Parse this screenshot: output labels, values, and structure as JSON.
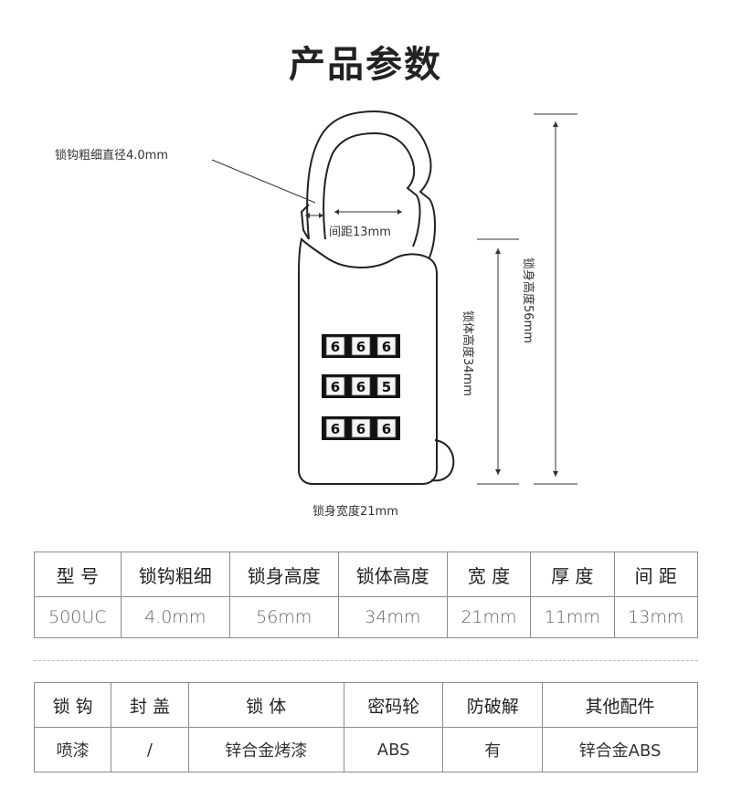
{
  "title": "产品参数",
  "labels": {
    "shackle_thickness": "锁钩粗细直径4.0mm",
    "gap": "间距13mm",
    "lock_height": "锁身高度56mm",
    "body_height": "锁体高度34mm",
    "body_width": "锁身宽度21mm"
  },
  "dials": [
    [
      "6",
      "6",
      "6"
    ],
    [
      "6",
      "6",
      "5"
    ],
    [
      "6",
      "6",
      "6"
    ]
  ],
  "spec_table": {
    "headers": [
      "型 号",
      "锁钩粗细",
      "锁身高度",
      "锁体高度",
      "宽 度",
      "厚 度",
      "间 距"
    ],
    "values": [
      "500UC",
      "4.0mm",
      "56mm",
      "34mm",
      "21mm",
      "11mm",
      "13mm"
    ]
  },
  "material_table": {
    "headers": [
      "锁 钩",
      "封 盖",
      "锁 体",
      "密码轮",
      "防破解",
      "其他配件"
    ],
    "values": [
      "喷漆",
      "/",
      "锌合金烤漆",
      "ABS",
      "有",
      "锌合金ABS"
    ]
  }
}
